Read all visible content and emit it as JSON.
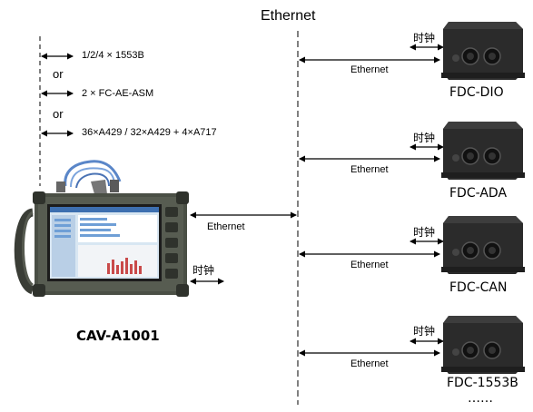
{
  "header": {
    "ethernet_title": "Ethernet"
  },
  "left_bus": {
    "options": [
      "1/2/4 × 1553B",
      "2 × FC-AE-ASM",
      "36×A429 / 32×A429 + 4×A717"
    ],
    "or_label": "or"
  },
  "main_device": {
    "name": "CAV-A1001",
    "ethernet_label": "Ethernet",
    "clock_label": "时钟"
  },
  "devices": [
    {
      "name": "FDC-DIO",
      "ethernet_label": "Ethernet",
      "clock_label": "时钟"
    },
    {
      "name": "FDC-ADA",
      "ethernet_label": "Ethernet",
      "clock_label": "时钟"
    },
    {
      "name": "FDC-CAN",
      "ethernet_label": "Ethernet",
      "clock_label": "时钟"
    },
    {
      "name": "FDC-1553B",
      "ethernet_label": "Ethernet",
      "clock_label": "时钟"
    }
  ],
  "ellipsis": "……",
  "colors": {
    "line": "#000000",
    "device_body": "#2b2b2b",
    "tablet_body": "#4a4f45",
    "screen": "#d8e6f2"
  }
}
